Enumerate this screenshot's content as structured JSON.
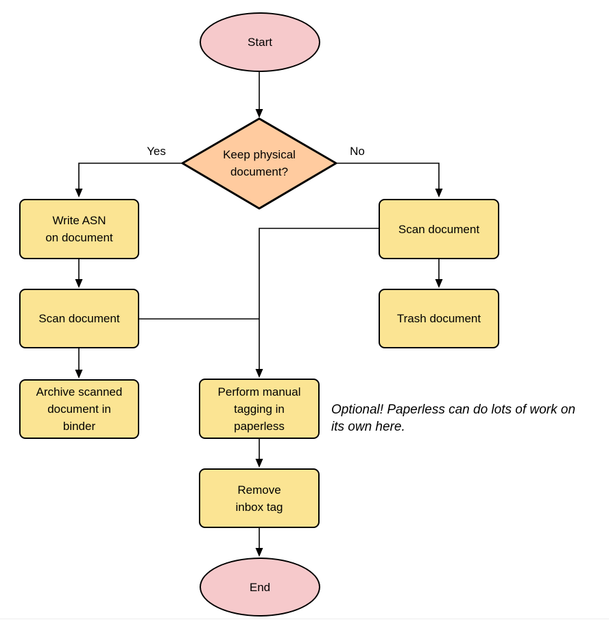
{
  "colors": {
    "terminal_fill": "#f6c9cb",
    "process_fill": "#fbe493",
    "decision_fill": "#ffcb9f",
    "stroke": "#000000"
  },
  "nodes": {
    "start": {
      "label": "Start",
      "type": "terminal"
    },
    "decision": {
      "label": "Keep physical\ndocument?",
      "type": "decision"
    },
    "write_asn": {
      "label": "Write ASN\non document",
      "type": "process"
    },
    "scan_left": {
      "label": "Scan document",
      "type": "process"
    },
    "archive": {
      "label": "Archive scanned\ndocument in\nbinder",
      "type": "process"
    },
    "scan_right": {
      "label": "Scan document",
      "type": "process"
    },
    "trash": {
      "label": "Trash document",
      "type": "process"
    },
    "tagging": {
      "label": "Perform manual\ntagging in\npaperless",
      "type": "process"
    },
    "remove_inbox": {
      "label": "Remove\ninbox tag",
      "type": "process"
    },
    "end": {
      "label": "End",
      "type": "terminal"
    }
  },
  "edge_labels": {
    "yes": "Yes",
    "no": "No"
  },
  "annotation": {
    "text": "Optional! Paperless can do lots of work on\nits own here."
  }
}
